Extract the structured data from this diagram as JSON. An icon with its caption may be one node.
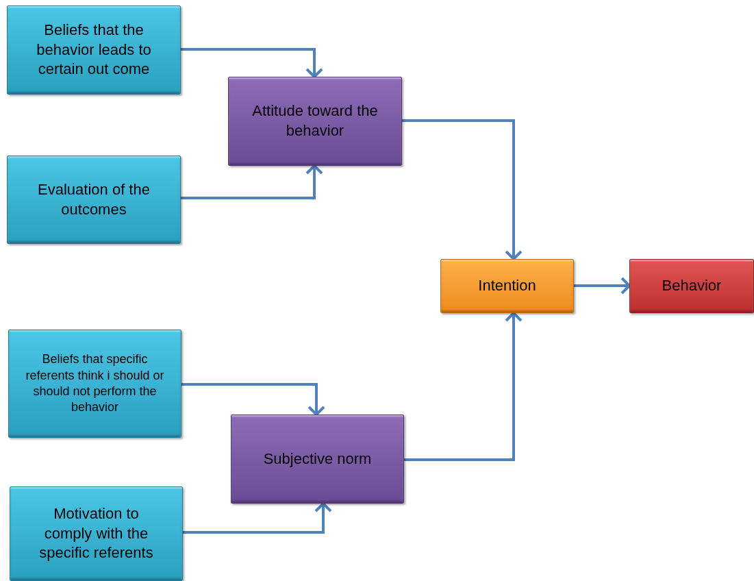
{
  "diagram": {
    "nodes": [
      {
        "text": [
          "Beliefs that the behavior leads to certain out come"
        ]
      },
      {
        "text": [
          "Attitude toward the behavior"
        ]
      },
      {
        "text": [
          "Evaluation of the outcomes"
        ]
      },
      {
        "text": [
          "Intention"
        ]
      },
      {
        "text": [
          "Behavior"
        ]
      },
      {
        "text": [
          "Beliefs that specific referents think i should or should not perform the behavior"
        ]
      },
      {
        "text": [
          "Subjective norm"
        ]
      },
      {
        "text": [
          "Motivation to comply with the specific referents"
        ]
      }
    ],
    "edges": [
      {
        "from": 0,
        "to": 1,
        "arrow": "to"
      },
      {
        "from": 2,
        "to": 1,
        "arrow": "to"
      },
      {
        "from": 1,
        "to": 3,
        "arrow": "to"
      },
      {
        "from": 3,
        "to": 4,
        "arrow": "to"
      },
      {
        "from": 5,
        "to": 6,
        "arrow": "to"
      },
      {
        "from": 7,
        "to": 6,
        "arrow": "to"
      },
      {
        "from": 6,
        "to": 3,
        "arrow": "to"
      }
    ]
  }
}
